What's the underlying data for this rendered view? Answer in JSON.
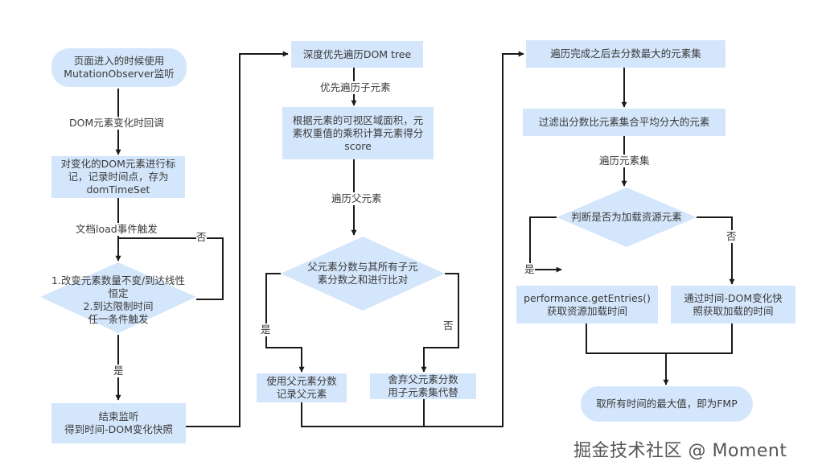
{
  "nodes": {
    "n1": "页面进入的时候使用\nMutationObserver监听",
    "n2": "对变化的DOM元素进行标\n记，记录时间点，存为\ndomTimeSet",
    "d1": "1.改变元素数量不变/到达线性\n恒定\n2.到达限制时间\n任一条件触发",
    "n3": "结束监听\n得到时间-DOM变化快照",
    "n4": "深度优先遍历DOM tree",
    "n5": "根据元素的可视区域面积，元\n素权重值的乘积计算元素得分\nscore",
    "d2": "父元素分数与其所有子元\n素分数之和进行比对",
    "n6": "使用父元素分数\n记录父元素",
    "n7": "舍弃父元素分数\n用子元素集代替",
    "n8": "遍历完成之后去分数最大的元素集",
    "n9": "过滤出分数比元素集合平均分大的元素",
    "d3": "判断是否为加载资源元素",
    "n10": "performance.getEntries()\n获取资源加载时间",
    "n11": "通过时间-DOM变化快\n照获取加载的时间",
    "n12": "取所有时间的最大值，即为FMP"
  },
  "labels": {
    "l1": "DOM元素变化时回调",
    "l2": "文档load事件触发",
    "l3": "否",
    "l4": "是",
    "l5": "优先遍历子元素",
    "l6": "遍历父元素",
    "l7": "是",
    "l8": "否",
    "l9": "遍历元素集",
    "l10": "是",
    "l11": "否"
  },
  "watermark": "掘金技术社区 @ Moment",
  "colors": {
    "node_fill": "#d4e6fb",
    "line": "#1a1a1a",
    "text": "#3a3a3a"
  }
}
